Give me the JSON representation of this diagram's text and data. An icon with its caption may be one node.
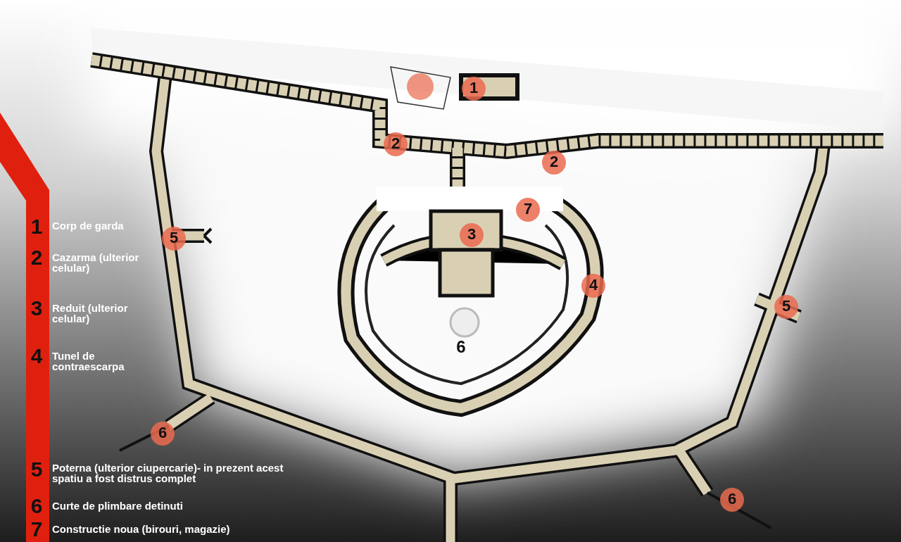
{
  "diagram": {
    "labels": [
      "1",
      "2",
      "2",
      "7",
      "5",
      "3",
      "4",
      "5",
      "6",
      "6",
      "6",
      "1",
      "Corp de garda",
      "2",
      "Cazarma (ulterior celular)",
      "3",
      "Reduit (ulterior celular)",
      "4",
      "Tunel de contraescarpa",
      "5",
      "Poterna (ulterior ciupercarie)- in prezent acest spatiu a fost distrus complet",
      "6",
      "Curte de plimbare detinuti",
      "7",
      "Constructie noua (birouri, magazie)"
    ]
  }
}
